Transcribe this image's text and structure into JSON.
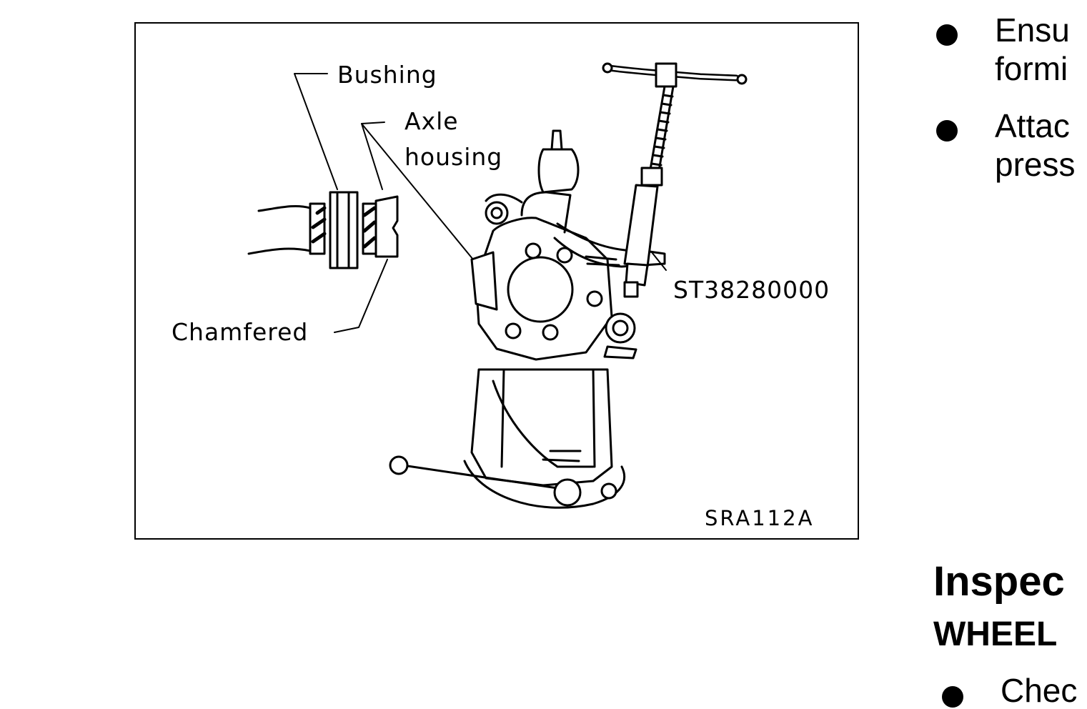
{
  "figure": {
    "labels": {
      "bushing": "Bushing",
      "axle_line1": "Axle",
      "axle_line2": "housing",
      "tool": "ST38280000",
      "chamfered": "Chamfered"
    },
    "code": "SRA112A"
  },
  "right_column": {
    "bullets": [
      {
        "line1": "Ensu",
        "line2": "formi"
      },
      {
        "line1": "Attac",
        "line2": "press"
      }
    ],
    "section_title": "Inspec",
    "subtitle": "WHEEL",
    "last_bullet": "Chec"
  }
}
